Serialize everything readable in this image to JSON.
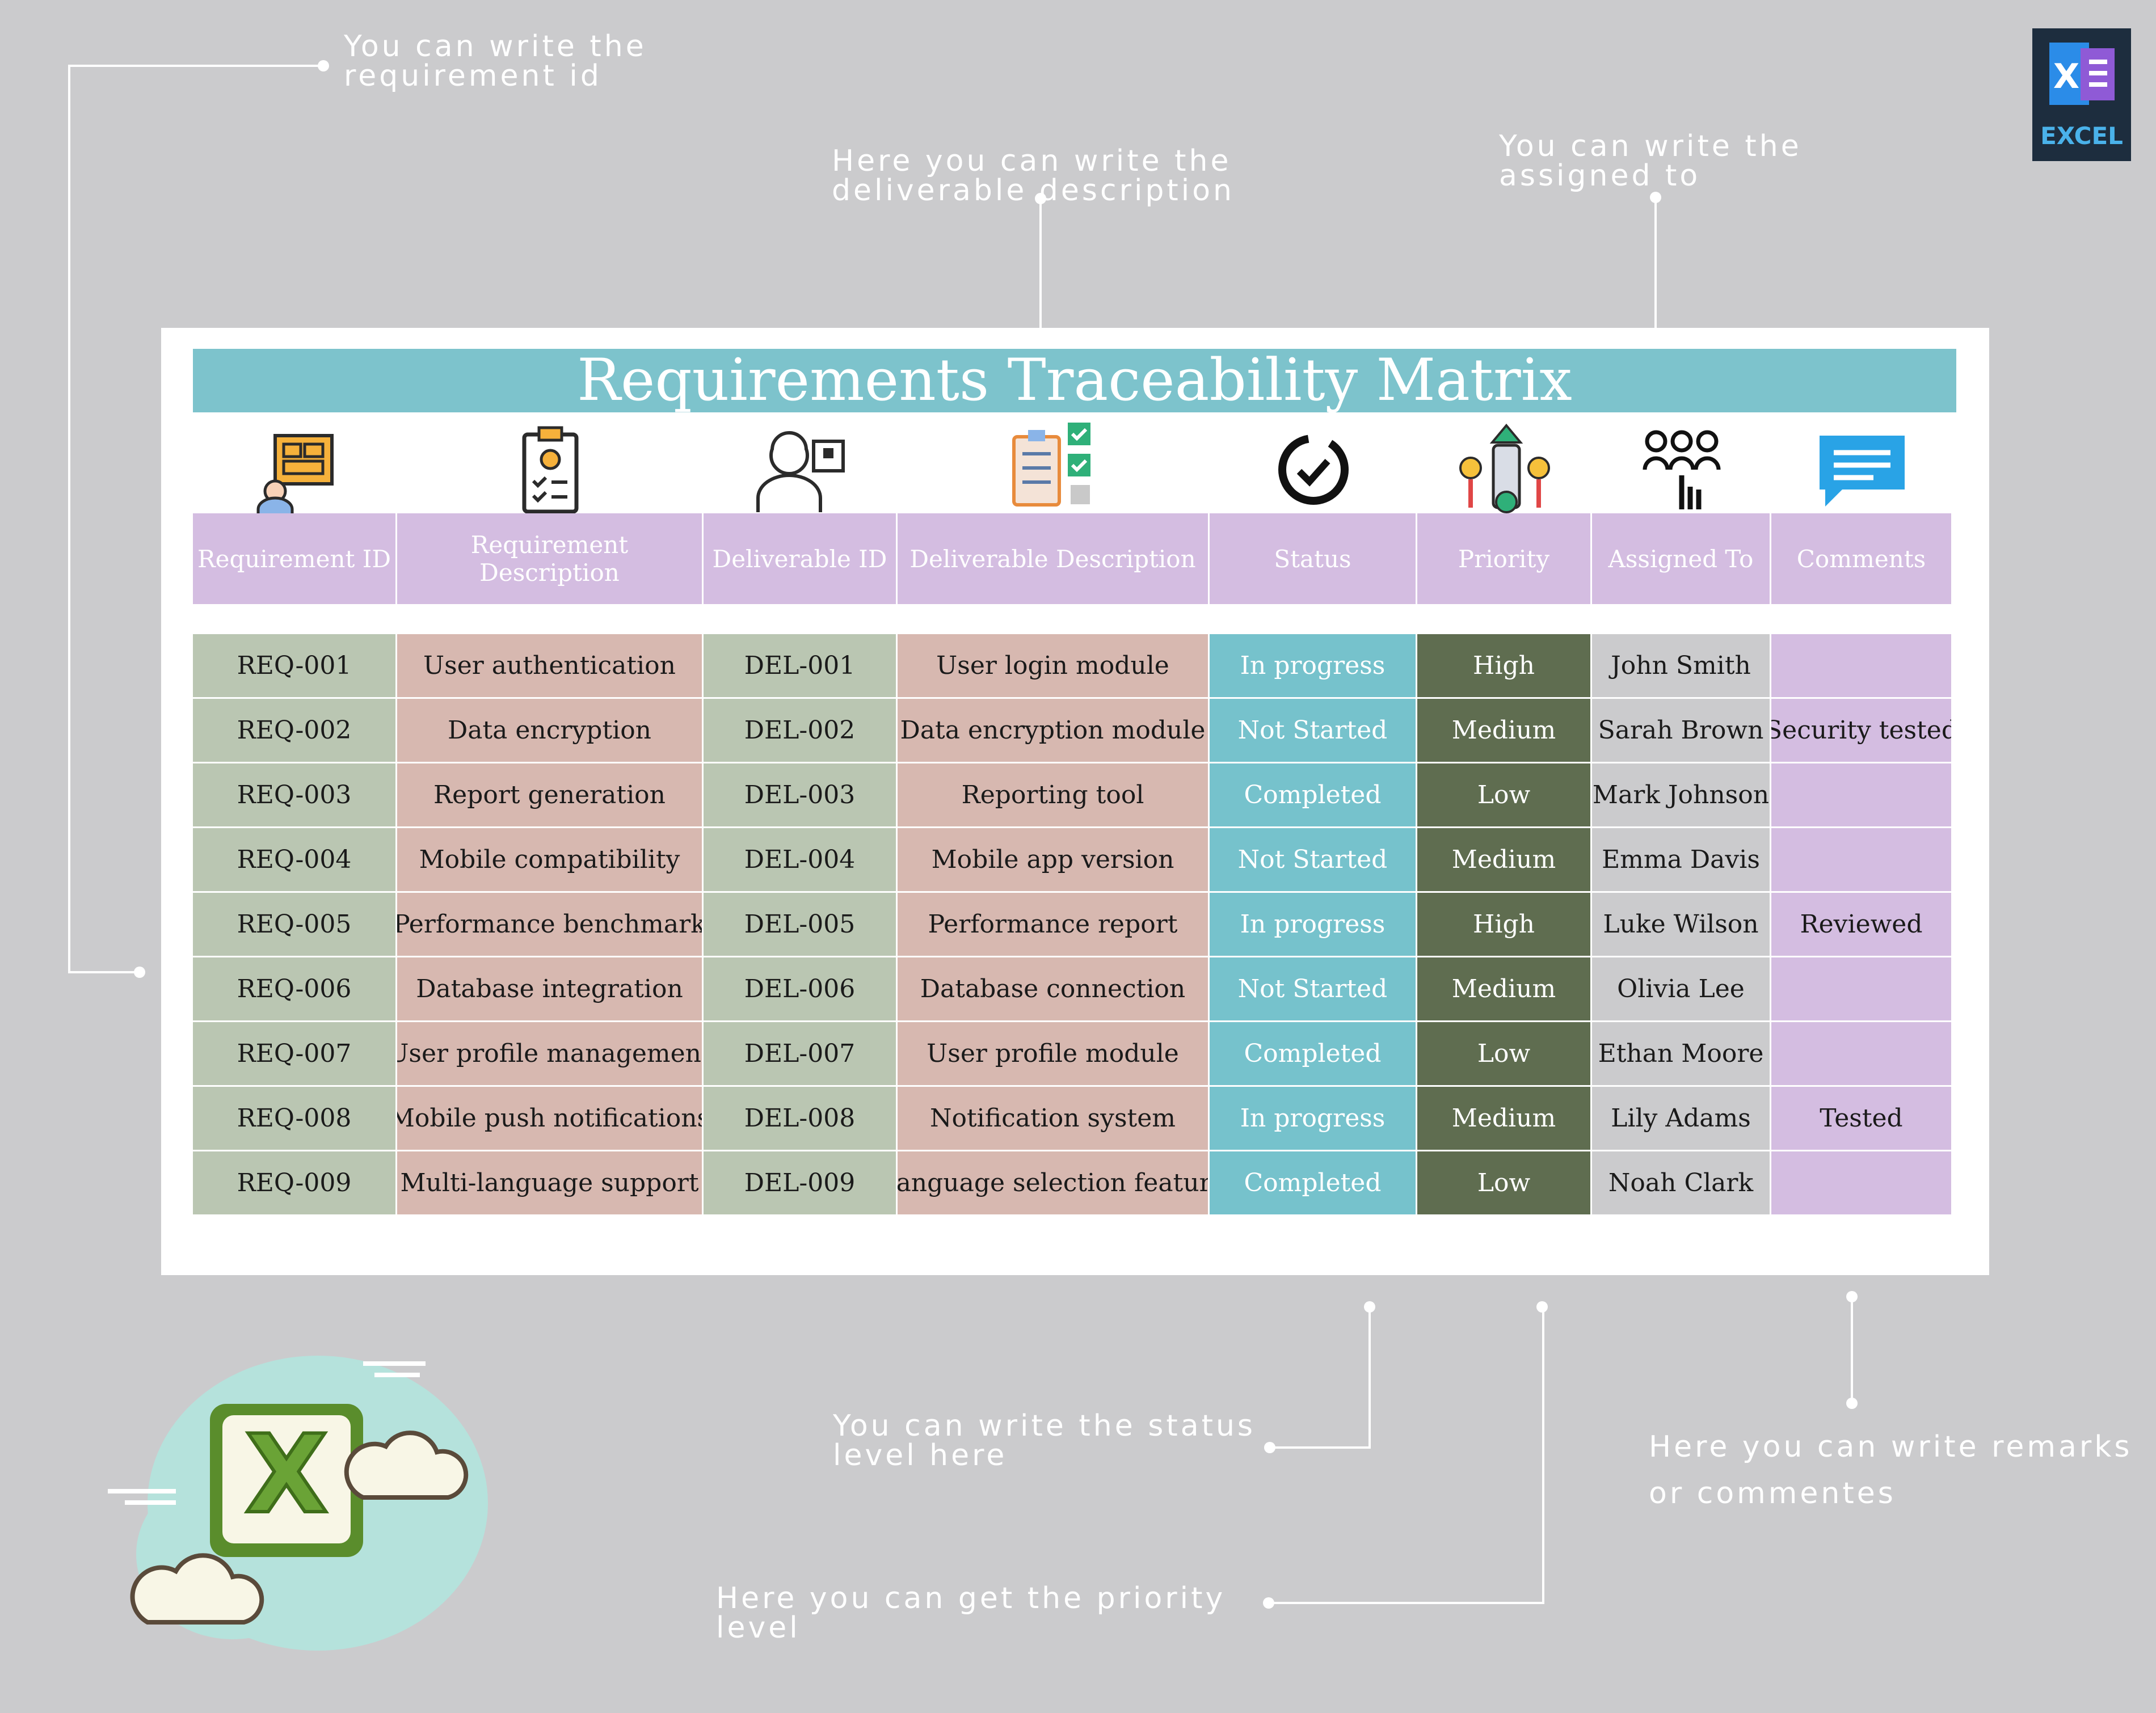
{
  "app": {
    "badge_label": "EXCEL"
  },
  "title": "Requirements Traceability Matrix",
  "callouts": {
    "requirement_id": "You can write the requirement id",
    "deliverable_description": "Here you can write the deliverable description",
    "assigned_to": "You can write the assigned to",
    "status": "You can write the status level here",
    "priority": "Here you can get the priority level",
    "comments": "Here you can write remarks or commentes"
  },
  "headers": [
    "Requirement ID",
    "Requirement Description",
    "Deliverable ID",
    "Deliverable Description",
    "Status",
    "Priority",
    "Assigned To",
    "Comments"
  ],
  "icons": [
    "presenter-board-icon",
    "clipboard-gear-icon",
    "worker-box-icon",
    "checklist-icon",
    "status-clock-icon",
    "priority-arrows-icon",
    "team-hand-icon",
    "chat-bubble-icon"
  ],
  "rows": [
    [
      "REQ-001",
      "User authentication",
      "DEL-001",
      "User login module",
      "In progress",
      "High",
      "John Smith",
      ""
    ],
    [
      "REQ-002",
      "Data encryption",
      "DEL-002",
      "Data encryption module",
      "Not Started",
      "Medium",
      "Sarah Brown",
      "Security tested"
    ],
    [
      "REQ-003",
      "Report generation",
      "DEL-003",
      "Reporting tool",
      "Completed",
      "Low",
      "Mark Johnson",
      ""
    ],
    [
      "REQ-004",
      "Mobile compatibility",
      "DEL-004",
      "Mobile app version",
      "Not Started",
      "Medium",
      "Emma Davis",
      ""
    ],
    [
      "REQ-005",
      "Performance benchmark",
      "DEL-005",
      "Performance report",
      "In progress",
      "High",
      "Luke Wilson",
      "Reviewed"
    ],
    [
      "REQ-006",
      "Database integration",
      "DEL-006",
      "Database connection",
      "Not Started",
      "Medium",
      "Olivia Lee",
      ""
    ],
    [
      "REQ-007",
      "User profile management",
      "DEL-007",
      "User profile module",
      "Completed",
      "Low",
      "Ethan Moore",
      ""
    ],
    [
      "REQ-008",
      "Mobile push notifications",
      "DEL-008",
      "Notification system",
      "In progress",
      "Medium",
      "Lily Adams",
      "Tested"
    ],
    [
      "REQ-009",
      "Multi-language support",
      "DEL-009",
      "Language selection feature",
      "Completed",
      "Low",
      "Noah Clark",
      ""
    ]
  ],
  "colors": {
    "background": "#cbcbcd",
    "title_bar": "#7dc3cc",
    "header": "#d4bde1",
    "id_column": "#bac6b2",
    "desc_column": "#d7b8b0",
    "status_column": "#76c2cc",
    "priority_column": "#5f6d50",
    "comments_column": "#d4bde1"
  }
}
